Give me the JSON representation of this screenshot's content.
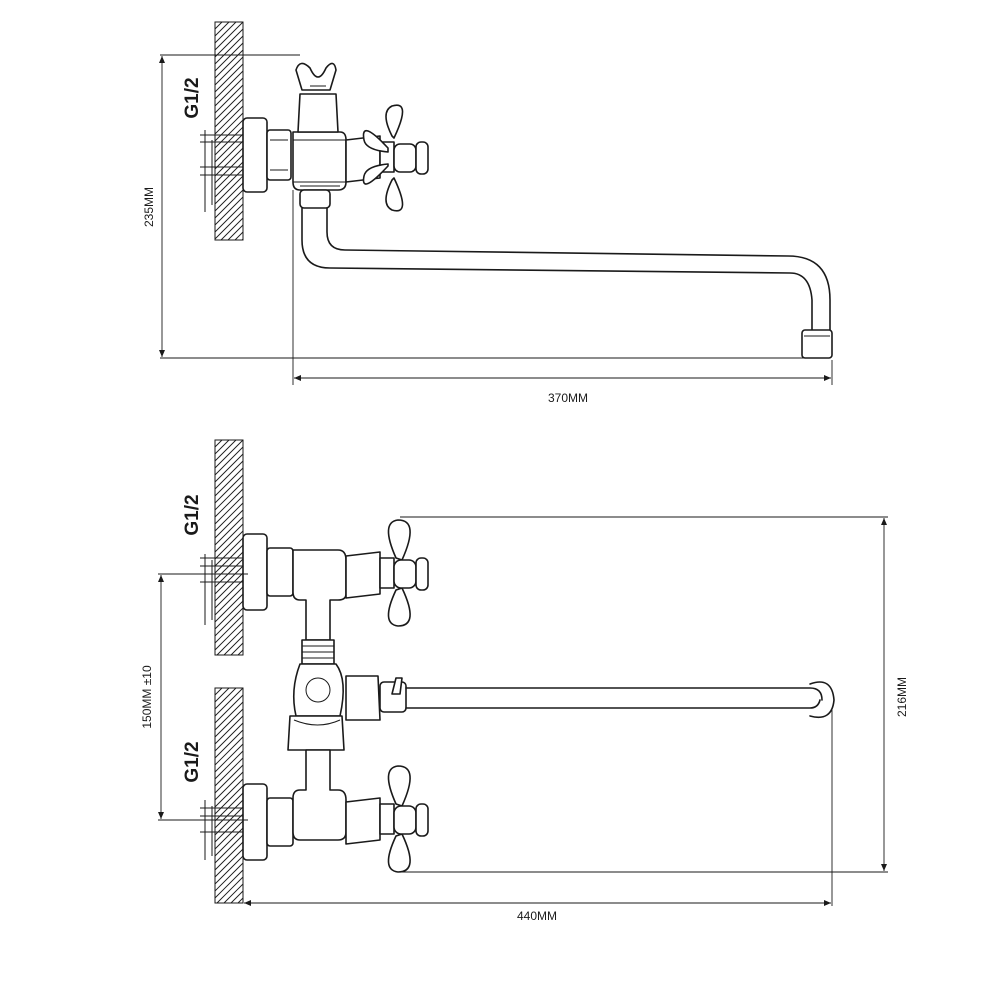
{
  "top_view": {
    "thread_label": "G1/2",
    "height_dim": "235MM",
    "reach_dim": "370MM"
  },
  "front_view": {
    "thread_label_upper": "G1/2",
    "thread_label_lower": "G1/2",
    "spacing_dim": "150MM ±10",
    "height_dim": "216MM",
    "length_dim": "440MM"
  },
  "colors": {
    "line": "#1a1a1a",
    "background": "#ffffff"
  }
}
